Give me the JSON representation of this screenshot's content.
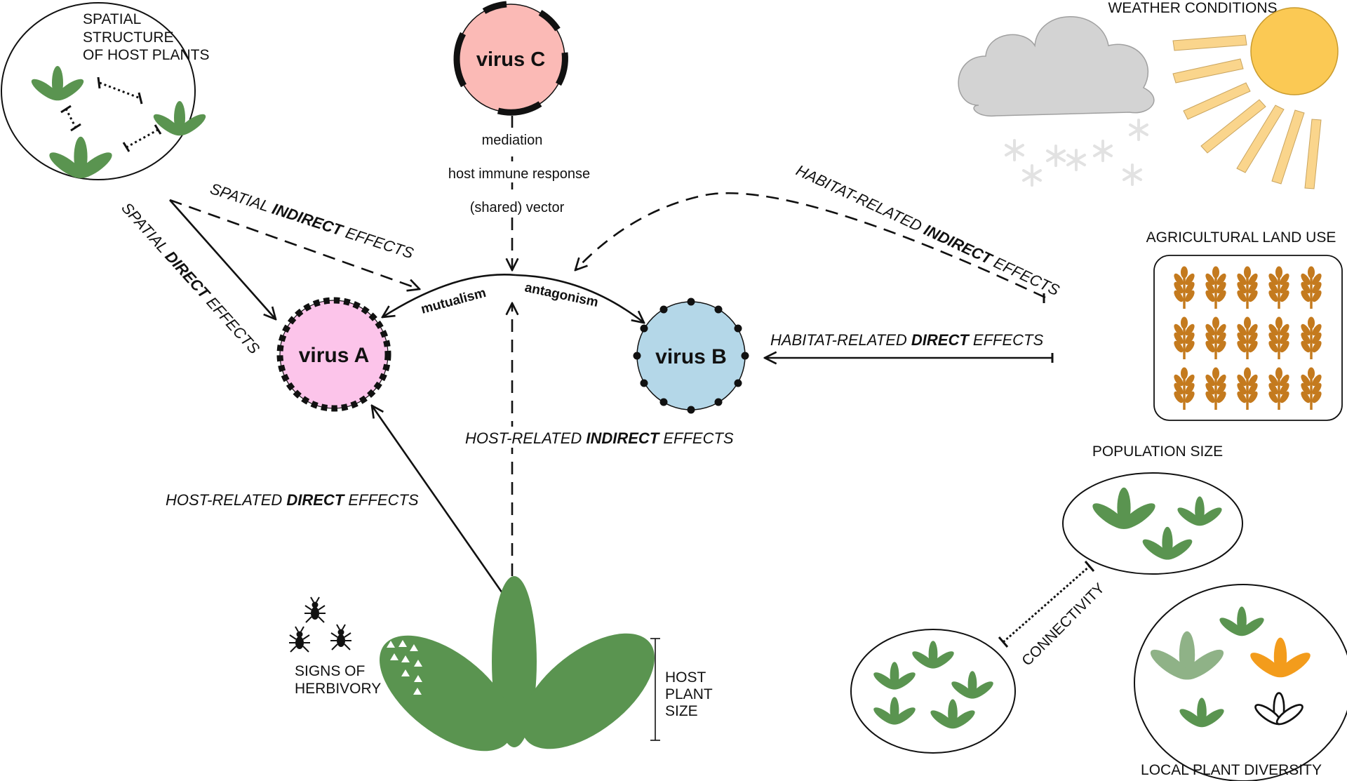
{
  "viruses": {
    "a": "virus A",
    "b": "virus B",
    "c": "virus C"
  },
  "mechanisms": {
    "mediation": "mediation",
    "immune": "host immune response",
    "vector": "(shared) vector",
    "mutualism": "mutualism",
    "antagonism": "antagonism"
  },
  "spatial": {
    "title_lines": [
      "SPATIAL",
      "STRUCTURE",
      "OF HOST PLANTS"
    ],
    "direct_prefix": "SPATIAL ",
    "direct_bold": "DIRECT",
    "direct_suffix": " EFFECTS",
    "indirect_prefix": "SPATIAL ",
    "indirect_bold": "INDIRECT",
    "indirect_suffix": " EFFECTS"
  },
  "habitat": {
    "indirect_prefix": "HABITAT-RELATED ",
    "indirect_bold": "INDIRECT",
    "indirect_suffix": " EFFECTS",
    "direct_prefix": "HABITAT-RELATED ",
    "direct_bold": "DIRECT",
    "direct_suffix": " EFFECTS",
    "weather": "WEATHER CONDITIONS",
    "land_use": "AGRICULTURAL LAND USE",
    "population": "POPULATION SIZE",
    "connectivity": "CONNECTIVITY",
    "diversity": "LOCAL PLANT DIVERSITY"
  },
  "host": {
    "direct_prefix": "HOST-RELATED ",
    "direct_bold": "DIRECT",
    "direct_suffix": " EFFECTS",
    "indirect_prefix": "HOST-RELATED ",
    "indirect_bold": "INDIRECT",
    "indirect_suffix": " EFFECTS",
    "herbivory_lines": [
      "SIGNS OF",
      "HERBIVORY"
    ],
    "size_lines": [
      "HOST",
      "PLANT",
      "SIZE"
    ]
  },
  "colors": {
    "leaf": "#5a9450",
    "leaf_light": "#8fb287",
    "orange_leaf": "#f39c1c",
    "virus_a": "#fcc4ea",
    "virus_b": "#b4d7e8",
    "virus_c": "#fbbab6",
    "cloud": "#d3d3d3",
    "sun": "#fbc954",
    "sun_ray": "#fad58c",
    "wheat": "#c47a1e"
  }
}
